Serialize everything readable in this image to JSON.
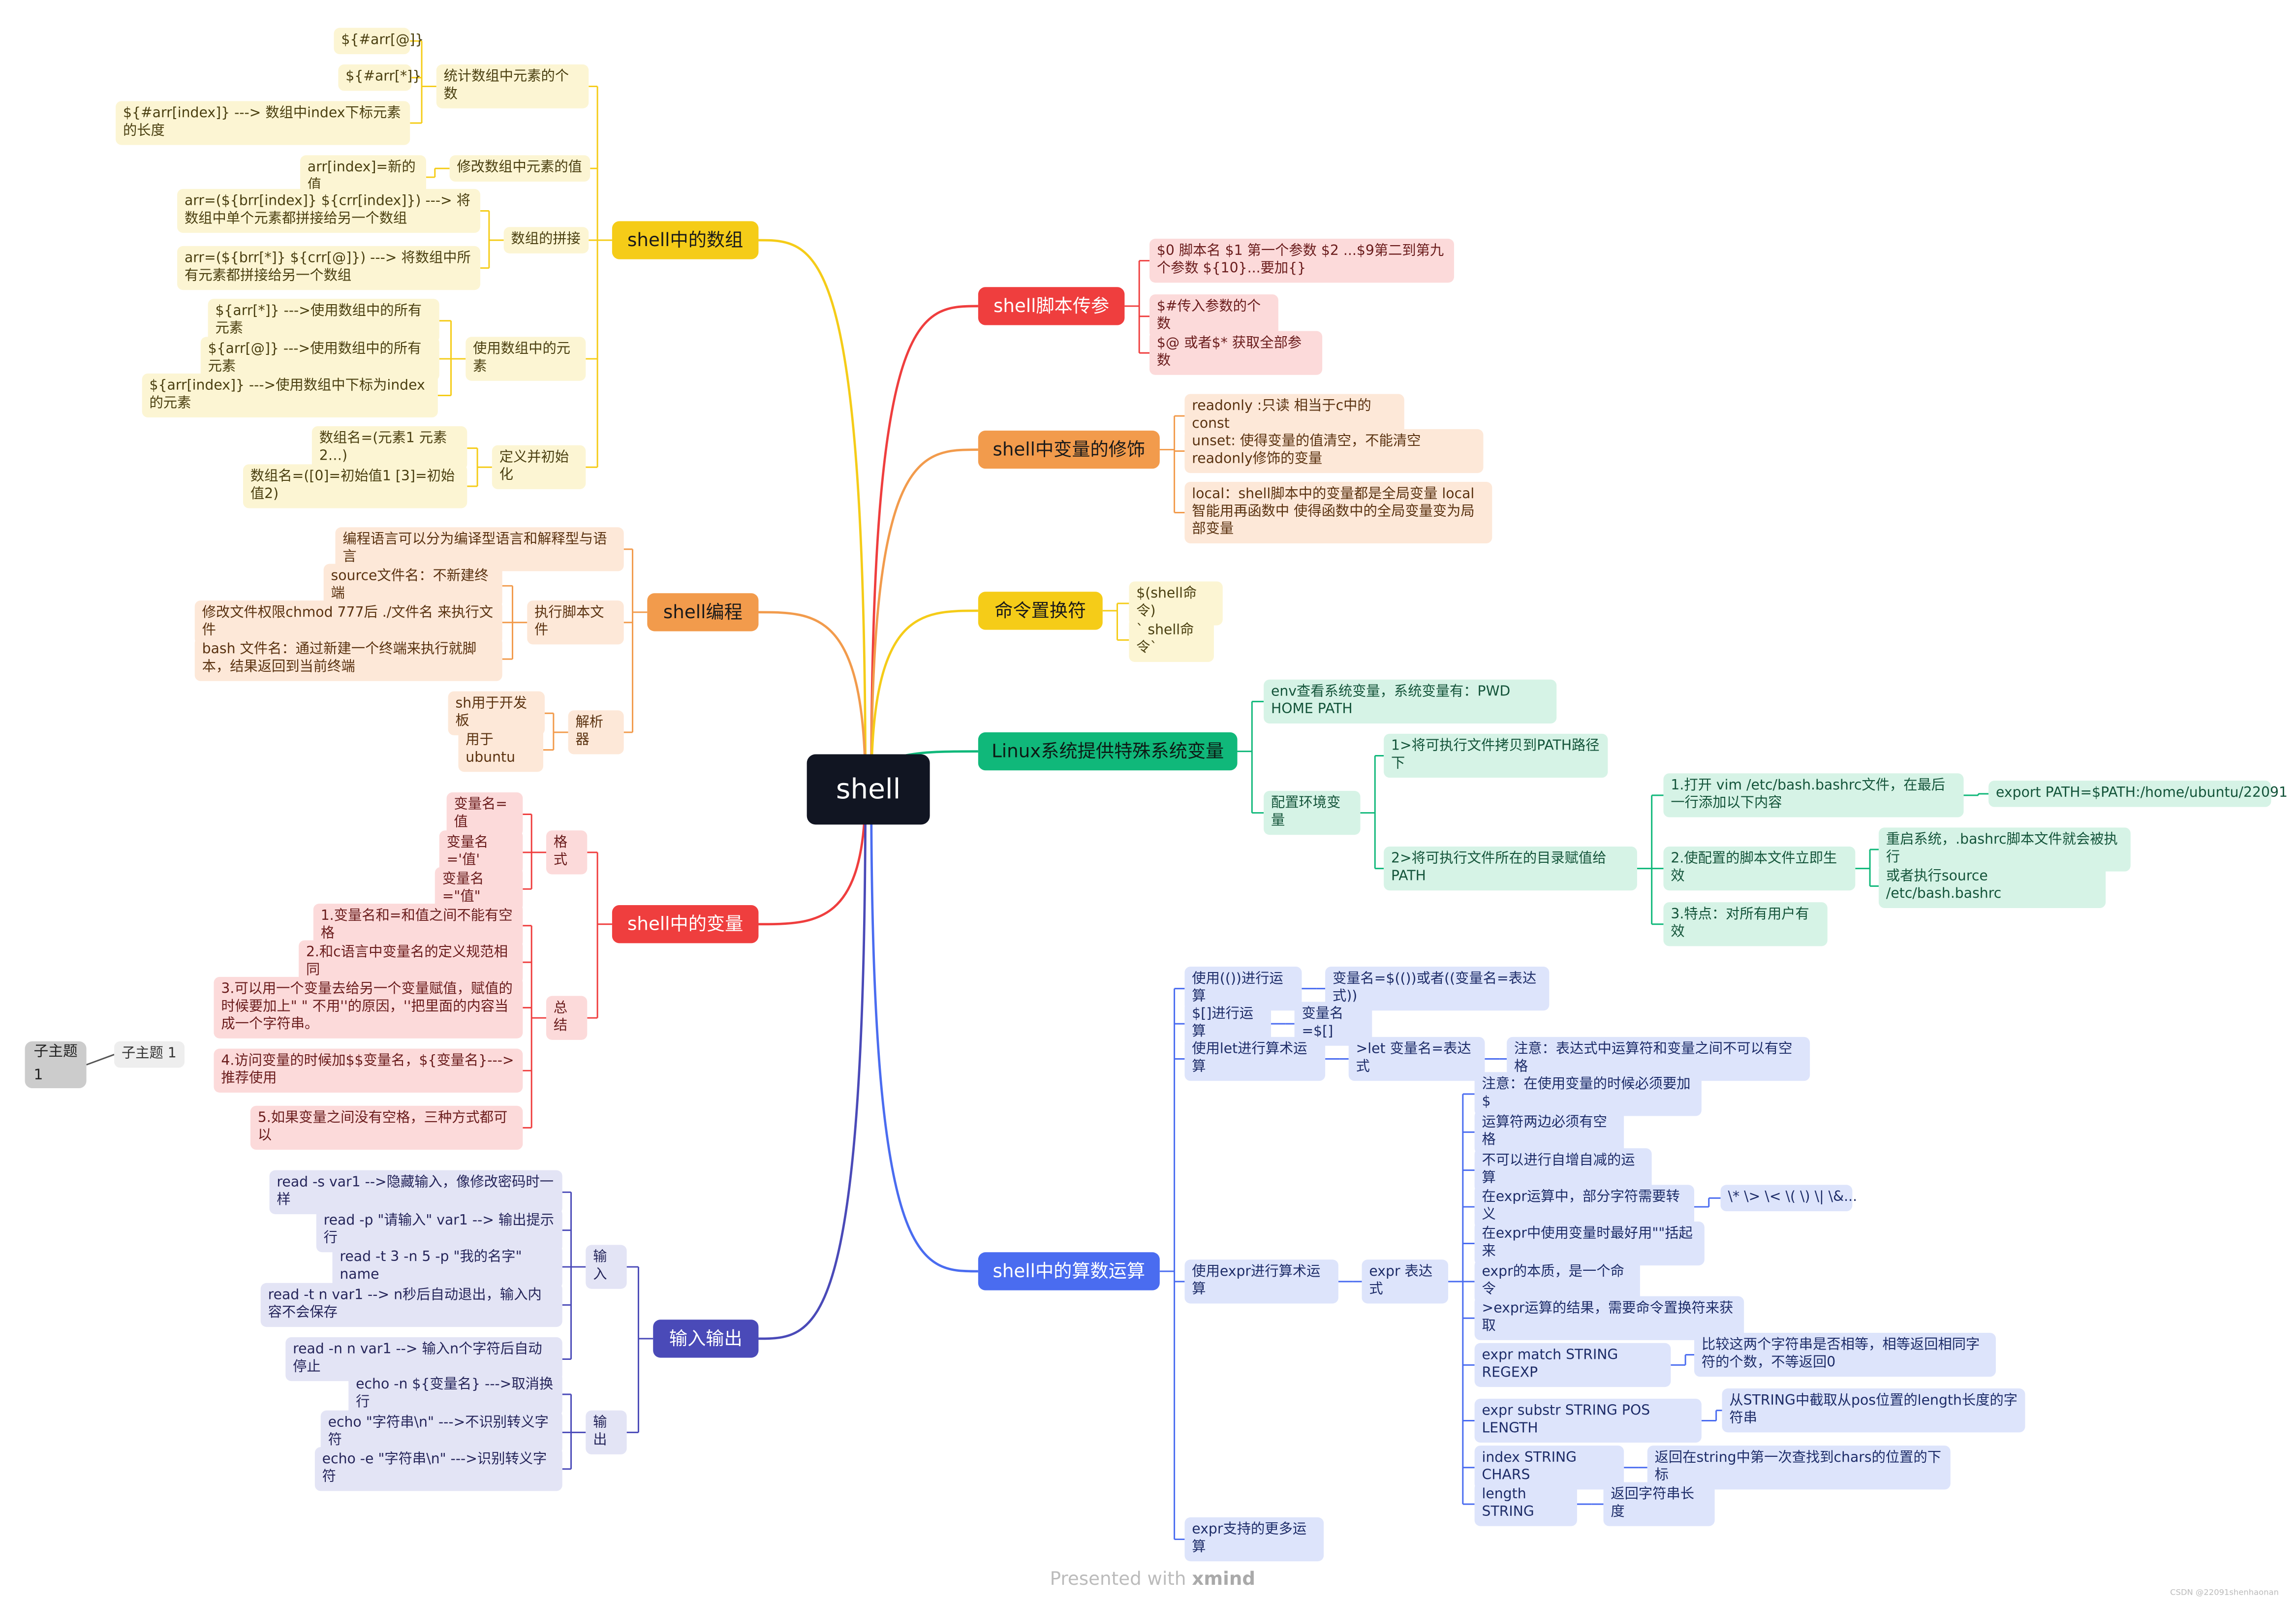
{
  "center": "shell",
  "arrays": {
    "title": "shell中的数组",
    "count": {
      "label": "统计数组中元素的个数",
      "items": [
        "${#arr[@]}",
        "${#arr[*]}",
        "${#arr[index]} ---> 数组中index下标元素的长度"
      ]
    },
    "modify": {
      "label": "修改数组中元素的值",
      "items": [
        "arr[index]=新的值"
      ]
    },
    "concat": {
      "label": "数组的拼接",
      "items": [
        "arr=(${brr[index]} ${crr[index]}) ---> 将数组中单个元素都拼接给另一个数组",
        "arr=(${brr[*]} ${crr[@]}) ---> 将数组中所有元素都拼接给另一个数组"
      ]
    },
    "use": {
      "label": "使用数组中的元素",
      "items": [
        "${arr[*]} --->使用数组中的所有元素",
        "${arr[@]} --->使用数组中的所有元素",
        "${arr[index]} --->使用数组中下标为index的元素"
      ]
    },
    "define": {
      "label": "定义并初始化",
      "items": [
        "数组名=(元素1 元素2…)",
        "数组名=([0]=初始值1 [3]=初始值2)"
      ]
    }
  },
  "prog": {
    "title": "shell编程",
    "lang": "编程语言可以分为编译型语言和解释型与语言",
    "exec": {
      "label": "执行脚本文件",
      "items": [
        "source文件名：不新建终端",
        "修改文件权限chmod 777后 ./文件名 来执行文件",
        "bash 文件名：通过新建一个终端来执行就脚本，结果返回到当前终端"
      ]
    },
    "interp": {
      "label": "解析器",
      "items": [
        "sh用于开发板",
        "用于ubuntu"
      ]
    }
  },
  "vars": {
    "title": "shell中的变量",
    "format": {
      "label": "格式",
      "items": [
        "变量名=值",
        "变量名='值'",
        "变量名=\"值\""
      ]
    },
    "summary": {
      "label": "总结",
      "items": [
        "1.变量名和=和值之间不能有空格",
        "2.和c语言中变量名的定义规范相同",
        "3.可以用一个变量去给另一个变量赋值，赋值的时候要加上\"  \" 不用''的原因，''把里面的内容当成一个字符串。",
        "4.访问变量的时候加$$变量名，${变量名}--->推荐使用",
        "5.如果变量之间没有空格，三种方式都可以"
      ]
    }
  },
  "topic": {
    "a": "子主题 1",
    "b": "子主题 1"
  },
  "io": {
    "title": "输入输出",
    "input": {
      "label": "输入",
      "items": [
        "read -s var1 -->隐藏输入，像修改密码时一样",
        "read -p \"请输入\" var1 --> 输出提示行",
        "read -t 3 -n 5 -p \"我的名字\" name",
        "read -t n var1 --> n秒后自动退出，输入内容不会保存",
        "read -n n var1 --> 输入n个字符后自动停止"
      ]
    },
    "output": {
      "label": "输出",
      "items": [
        "echo -n ${变量名} --->取消换行",
        "echo \"字符串\\n\" --->不识别转义字符",
        "echo -e \"字符串\\n\" --->识别转义字符"
      ]
    }
  },
  "params": {
    "title": "shell脚本传参",
    "items": [
      "$0  脚本名  $1 第一个参数 $2 ...$9第二到第九个参数 ${10}...要加{}",
      "$#传入参数的个数",
      "$@ 或者$*   获取全部参数"
    ]
  },
  "modifiers": {
    "title": "shell中变量的修饰",
    "items": [
      "readonly :只读 相当于c中的const",
      "unset: 使得变量的值清空，不能清空 readonly修饰的变量",
      "local：shell脚本中的变量都是全局变量 local智能用再函数中 使得函数中的全局变量变为局部变量"
    ]
  },
  "subst": {
    "title": "命令置换符",
    "items": [
      "$(shell命令)",
      "` shell命令`"
    ]
  },
  "env": {
    "title": "Linux系统提供特殊系统变量",
    "envview": "env查看系统变量，系统变量有：PWD HOME PATH",
    "config": "配置环境变量",
    "m1": "1>将可执行文件拷贝到PATH路径下",
    "m2": "2>将可执行文件所在的目录赋值给PATH",
    "s1": "1.打开 vim /etc/bash.bashrc文件，在最后一行添加以下内容",
    "export": "export PATH=$PATH:/home/ubuntu/22091",
    "s2": "2.使配置的脚本文件立即生效",
    "reboot": "重启系统，.bashrc脚本文件就会被执行",
    "source": "或者执行source /etc/bash.bashrc",
    "s3": "3.特点：对所有用户有效"
  },
  "arith": {
    "title": "shell中的算数运算",
    "dp": "使用(())进行运算",
    "dp_v": "变量名=$(())或者((变量名=表达式))",
    "br": "$[]进行运算",
    "br_v": "变量名=$[]",
    "let": "使用let进行算术运算",
    "let_v": ">let 变量名=表达式",
    "let_n": "注意：表达式中运算符和变量之间不可以有空格",
    "expr": "使用expr进行算术运算",
    "expr_e": "expr 表达式",
    "expr_items": [
      "注意：在使用变量的时候必须要加$",
      "运算符两边必须有空格",
      "不可以进行自增自减的运算",
      "在expr运算中，部分字符需要转义",
      "在expr中使用变量时最好用\"\"括起来",
      "expr的本质，是一个命令",
      ">expr运算的结果，需要命令置换符来获取",
      "expr match STRING REGEXP",
      "expr substr STRING POS LENGTH",
      "index STRING CHARS",
      "length STRING"
    ],
    "escape": "\\* \\> \\< \\( \\) \\| \\&...",
    "match_d": "比较这两个字符串是否相等，相等返回相同字符的个数，不等返回0",
    "substr_d": "从STRING中截取从pos位置的length长度的字符串",
    "index_d": "返回在string中第一次查找到chars的位置的下标",
    "length_d": "返回字符串长度",
    "more": "expr支持的更多运算"
  },
  "footer": {
    "text": "Presented with",
    "brand": "xmind"
  },
  "credit": "CSDN @22091shenhaonan",
  "colors": {
    "yellow": "#f5cc18",
    "orange": "#f29b4c",
    "red": "#ef3e3e",
    "navy": "#4a4ab8",
    "green": "#10b87a",
    "blue": "#4a6cf0",
    "center": "#111522"
  }
}
